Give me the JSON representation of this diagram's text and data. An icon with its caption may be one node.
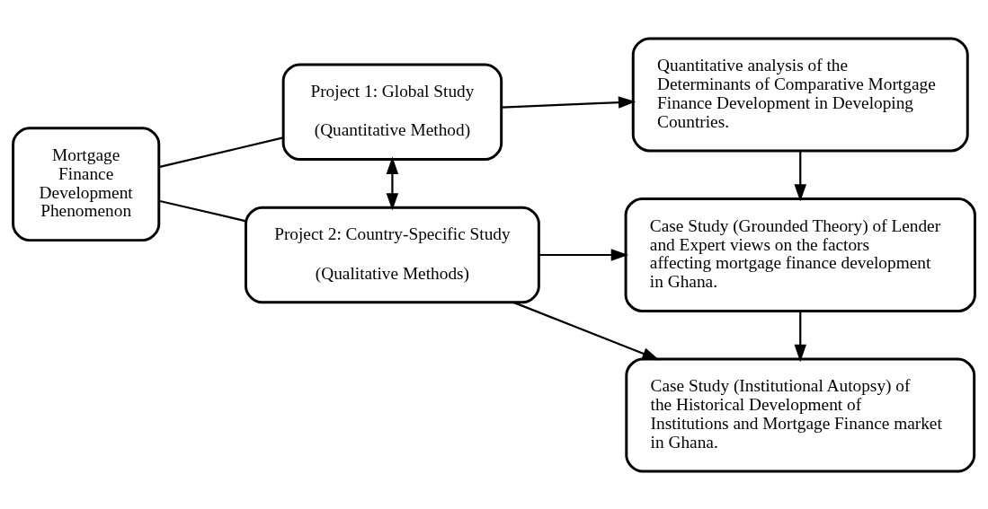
{
  "diagram": {
    "nodes": [
      {
        "text": [
          "Mortgage Finance Development Phenomenon"
        ]
      },
      {
        "text": [
          "Project 1: Global Study",
          "(Quantitative Method)"
        ]
      },
      {
        "text": [
          "Project 2: Country-Specific Study",
          "(Qualitative Methods)"
        ]
      },
      {
        "text": [
          "Quantitative analysis of the Determinants of Comparative Mortgage Finance Development in Developing Countries."
        ]
      },
      {
        "text": [
          "Case Study (Grounded Theory) of Lender and Expert views on the factors affecting mortgage finance development in Ghana."
        ]
      },
      {
        "text": [
          "Case Study (Institutional Autopsy) of the Historical Development of Institutions and Mortgage Finance market in Ghana."
        ]
      }
    ],
    "edges": [
      {
        "from": 0,
        "to": 1,
        "arrow": "none"
      },
      {
        "from": 0,
        "to": 2,
        "arrow": "none"
      },
      {
        "from": 1,
        "to": 2,
        "arrow": "both"
      },
      {
        "from": 1,
        "to": 3,
        "arrow": "to"
      },
      {
        "from": 3,
        "to": 4,
        "arrow": "to"
      },
      {
        "from": 2,
        "to": 4,
        "arrow": "to"
      },
      {
        "from": 2,
        "to": 5,
        "arrow": "to"
      },
      {
        "from": 4,
        "to": 5,
        "arrow": "to"
      }
    ]
  }
}
